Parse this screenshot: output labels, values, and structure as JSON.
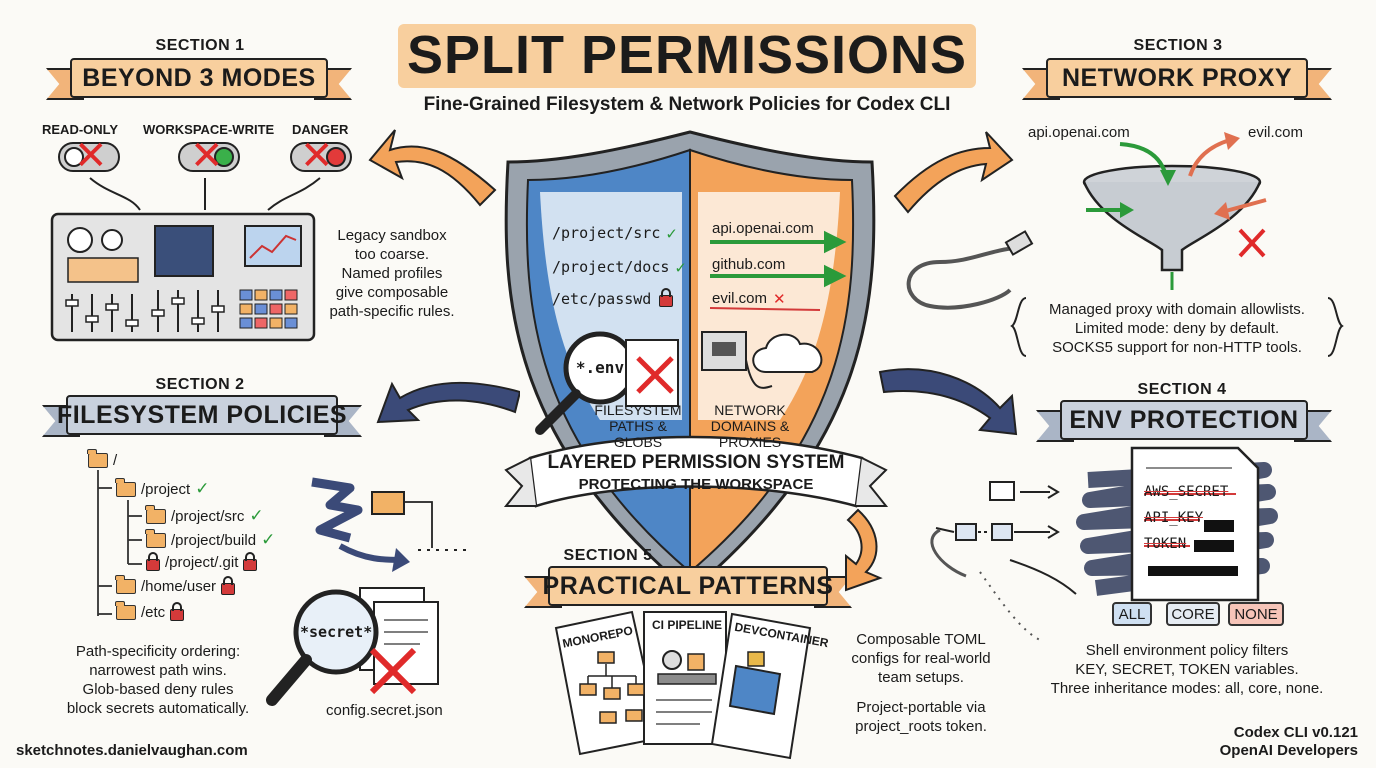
{
  "title": "SPLIT PERMISSIONS",
  "subtitle": "Fine-Grained Filesystem & Network Policies for Codex CLI",
  "section1": {
    "label": "SECTION 1",
    "banner": "BEYOND 3 MODES",
    "modes": [
      "READ-ONLY",
      "WORKSPACE-WRITE",
      "DANGER"
    ],
    "note": [
      "Legacy sandbox",
      "too coarse.",
      "Named profiles",
      "give composable",
      "path-specific rules."
    ]
  },
  "section2": {
    "label": "SECTION 2",
    "banner": "FILESYSTEM POLICIES",
    "tree": [
      "/",
      "/project",
      "/project/src",
      "/project/build",
      "/project/.git",
      "/home/user",
      "/etc"
    ],
    "search_term": "*secret*",
    "file_name": "config.secret.json",
    "note": [
      "Path-specificity ordering:",
      "narrowest path wins.",
      "Glob-based deny rules",
      "block secrets automatically."
    ]
  },
  "section3": {
    "label": "SECTION 3",
    "banner": "NETWORK PROXY",
    "allowed_domain": "api.openai.com",
    "blocked_domain": "evil.com",
    "note": [
      "Managed proxy with domain allowlists.",
      "Limited mode: deny by default.",
      "SOCKS5 support for non-HTTP tools."
    ]
  },
  "section4": {
    "label": "SECTION 4",
    "banner": "ENV PROTECTION",
    "vars": [
      "AWS_SECRET",
      "API_KEY",
      "TOKEN"
    ],
    "modes": [
      "ALL",
      "CORE",
      "NONE"
    ],
    "note": [
      "Shell environment policy filters",
      "KEY, SECRET, TOKEN variables.",
      "Three inheritance modes: all, core, none."
    ]
  },
  "section5": {
    "label": "SECTION 5",
    "banner": "PRACTICAL PATTERNS",
    "cards": [
      "MONOREPO",
      "CI PIPELINE",
      "DEVCONTAINER"
    ],
    "note1": [
      "Composable TOML",
      "configs for real-world",
      "team setups."
    ],
    "note2": [
      "Project-portable via",
      "project_roots token."
    ]
  },
  "shield": {
    "paths": [
      "/project/src",
      "/project/docs",
      "/etc/passwd"
    ],
    "domains": [
      "api.openai.com",
      "github.com",
      "evil.com"
    ],
    "magnifier_text": "*.env",
    "left_caption": [
      "FILESYSTEM",
      "PATHS &",
      "GLOBS"
    ],
    "right_caption": [
      "NETWORK",
      "DOMAINS &",
      "PROXIES"
    ],
    "ribbon_line1": "LAYERED PERMISSION SYSTEM",
    "ribbon_line2": "PROTECTING THE WORKSPACE"
  },
  "footer": {
    "left": "sketchnotes.danielvaughan.com",
    "right_line1": "Codex CLI v0.121",
    "right_line2": "OpenAI Developers"
  },
  "colors": {
    "orange": "#f8cf9e",
    "grey_blue": "#c9d1dd",
    "shield_blue": "#4e86c6",
    "shield_orange": "#f3a35a",
    "red": "#e02a2a",
    "green": "#2b9a3a"
  }
}
